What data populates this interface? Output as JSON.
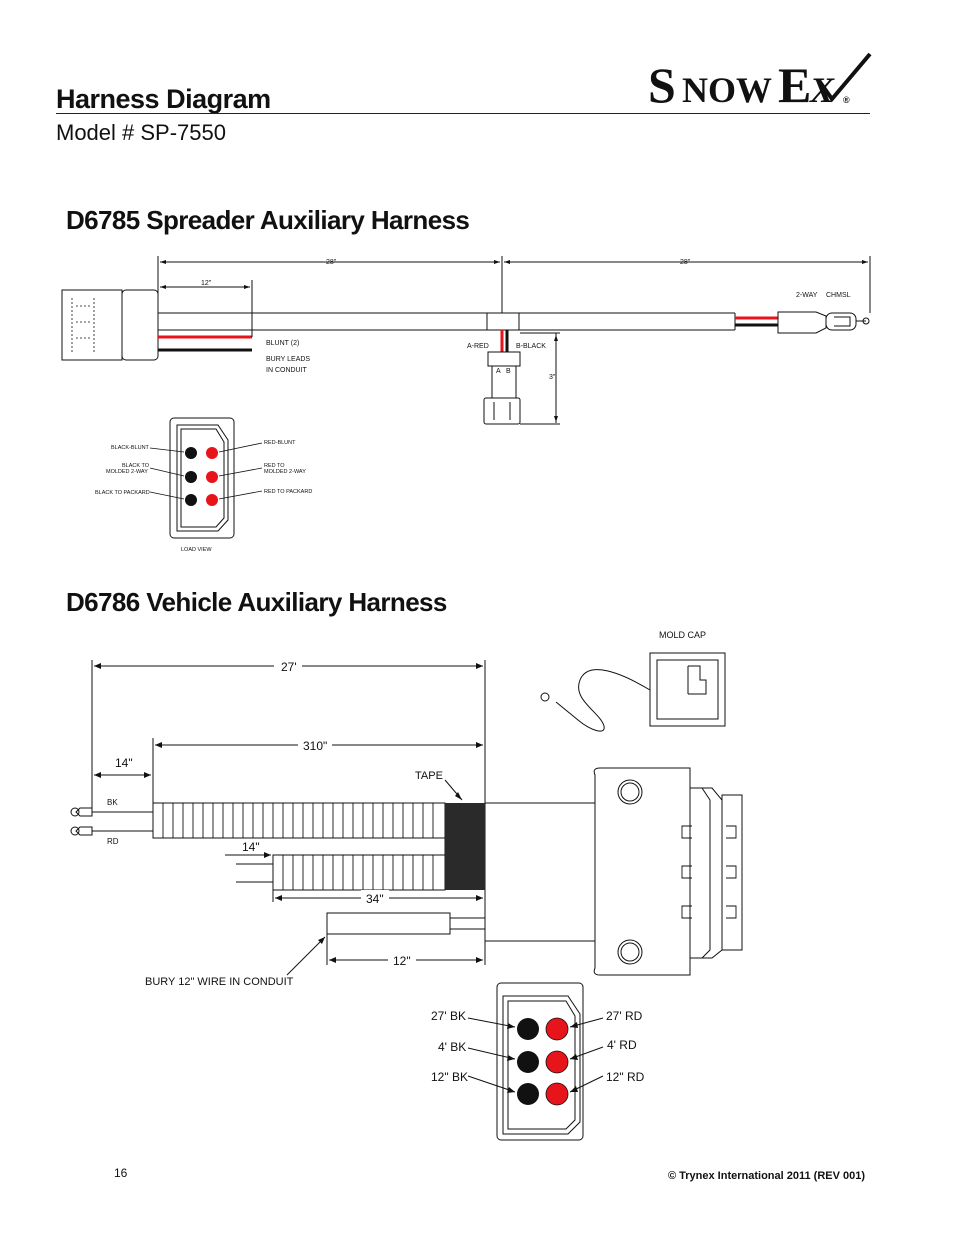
{
  "header": {
    "title": "Harness Diagram",
    "model": "Model # SP-7550",
    "logo_text": "SNOWEX"
  },
  "d6785": {
    "heading": "D6785 Spreader Auxiliary Harness",
    "dim_28_left": "28\"",
    "dim_28_right": "28\"",
    "dim_12": "12\"",
    "dim_3": "3\"",
    "blunt": "BLUNT (2)",
    "bury_leads_1": "BURY LEADS",
    "bury_leads_2": "IN CONDUIT",
    "a_red": "A-RED",
    "b_black": "B-BLACK",
    "pin_a": "A",
    "pin_b": "B",
    "two_way": "2-WAY",
    "chmsl": "CHMSL",
    "load_view": {
      "black_blunt": "BLACK-BLUNT",
      "black_to_1": "BLACK TO",
      "black_to_2": "MOLDED 2-WAY",
      "black_packard": "BLACK TO PACKARD",
      "red_blunt": "RED-BLUNT",
      "red_to_1": "RED TO",
      "red_to_2": "MOLDED 2-WAY",
      "red_packard": "RED TO PACKARD",
      "caption": "LOAD VIEW"
    }
  },
  "d6786": {
    "heading": "D6786 Vehicle Auxiliary Harness",
    "mold_cap": "MOLD CAP",
    "dim_27": "27'",
    "dim_310": "310\"",
    "dim_14_top": "14\"",
    "dim_14_bottom": "14\"",
    "dim_34": "34\"",
    "dim_12": "12\"",
    "tape": "TAPE",
    "bk": "BK",
    "rd": "RD",
    "bury": "BURY 12\" WIRE IN CONDUIT",
    "pins": {
      "bk27": "27' BK",
      "bk4": "4' BK",
      "bk12": "12\" BK",
      "rd27": "27' RD",
      "rd4": "4' RD",
      "rd12": "12\" RD"
    }
  },
  "footer": {
    "page": "16",
    "copyright": "© Trynex International 2011  (REV 001)"
  },
  "colors": {
    "red": "#e8141b",
    "black": "#111111",
    "tape": "#2a2a2a"
  }
}
